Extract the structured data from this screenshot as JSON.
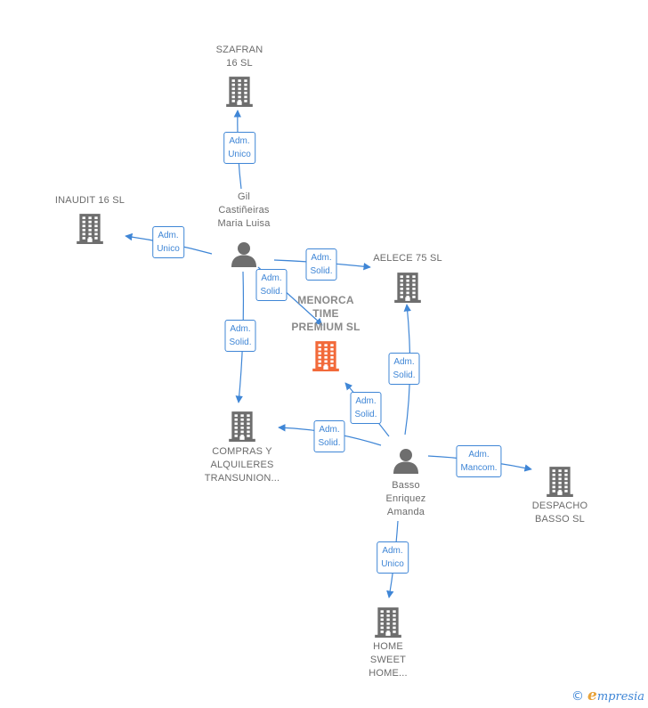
{
  "colors": {
    "company": "#6e6e6e",
    "main_company": "#f26a3a",
    "person": "#6e6e6e",
    "edge": "#3f86d6"
  },
  "nodes": {
    "szafran": {
      "lines": [
        "SZAFRAN",
        "16  SL"
      ],
      "icon": "building-icon"
    },
    "inaudit": {
      "lines": [
        "INAUDIT 16  SL"
      ],
      "icon": "building-icon"
    },
    "gil": {
      "lines": [
        "Gil",
        "Castiñeiras",
        "Maria Luisa"
      ],
      "icon": "person-icon"
    },
    "aelece": {
      "lines": [
        "AELECE 75  SL"
      ],
      "icon": "building-icon"
    },
    "menorca": {
      "lines": [
        "MENORCA",
        "TIME",
        "PREMIUM  SL"
      ],
      "icon": "building-icon"
    },
    "compras": {
      "lines": [
        "COMPRAS Y",
        "ALQUILERES",
        "TRANSUNION..."
      ],
      "icon": "building-icon"
    },
    "basso": {
      "lines": [
        "Basso",
        "Enriquez",
        "Amanda"
      ],
      "icon": "person-icon"
    },
    "despacho": {
      "lines": [
        "DESPACHO",
        "BASSO  SL"
      ],
      "icon": "building-icon"
    },
    "home": {
      "lines": [
        "HOME",
        "SWEET",
        "HOME..."
      ],
      "icon": "building-icon"
    }
  },
  "edges": [
    {
      "label": [
        "Adm.",
        "Unico"
      ]
    },
    {
      "label": [
        "Adm.",
        "Unico"
      ]
    },
    {
      "label": [
        "Adm.",
        "Solid."
      ]
    },
    {
      "label": [
        "Adm.",
        "Solid."
      ]
    },
    {
      "label": [
        "Adm.",
        "Solid."
      ]
    },
    {
      "label": [
        "Adm.",
        "Solid."
      ]
    },
    {
      "label": [
        "Adm.",
        "Solid."
      ]
    },
    {
      "label": [
        "Adm.",
        "Solid."
      ]
    },
    {
      "label": [
        "Adm.",
        "Mancom."
      ]
    },
    {
      "label": [
        "Adm.",
        "Unico"
      ]
    }
  ],
  "footer": {
    "copyright": "©",
    "brand_initial": "e",
    "brand_rest": "mpresia"
  }
}
